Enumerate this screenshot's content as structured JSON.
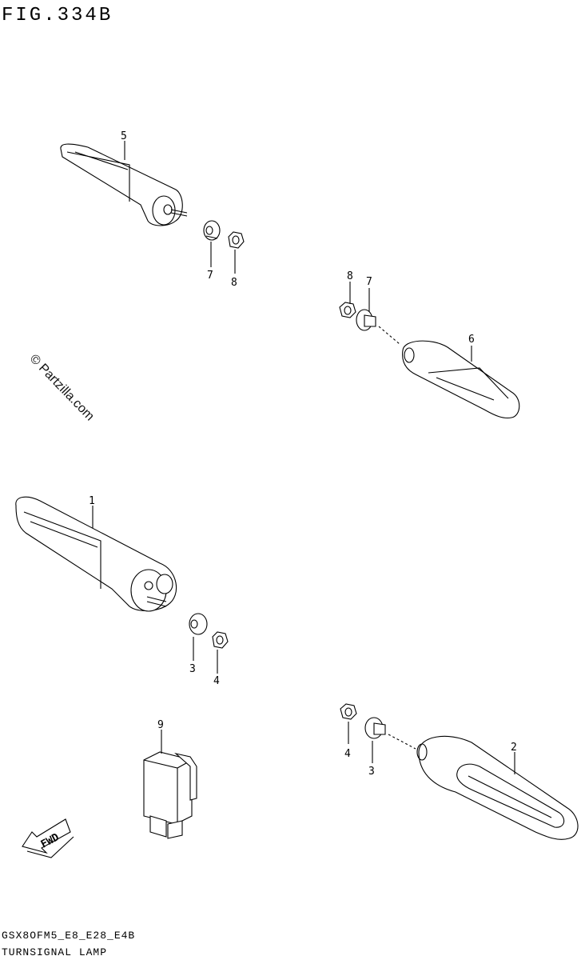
{
  "header": {
    "figure_title": "FIG.334B"
  },
  "watermark": "© Partzilla.com",
  "footer": {
    "model_code": "GSX8OFM5_E8_E28_E4B",
    "section_name": "TURNSIGNAL LAMP"
  },
  "fwd_label": "FWD",
  "callouts": {
    "c1": "1",
    "c2": "2",
    "c3a": "3",
    "c3b": "3",
    "c4a": "4",
    "c4b": "4",
    "c5": "5",
    "c6": "6",
    "c7a": "7",
    "c7b": "7",
    "c8a": "8",
    "c8b": "8",
    "c9": "9"
  }
}
